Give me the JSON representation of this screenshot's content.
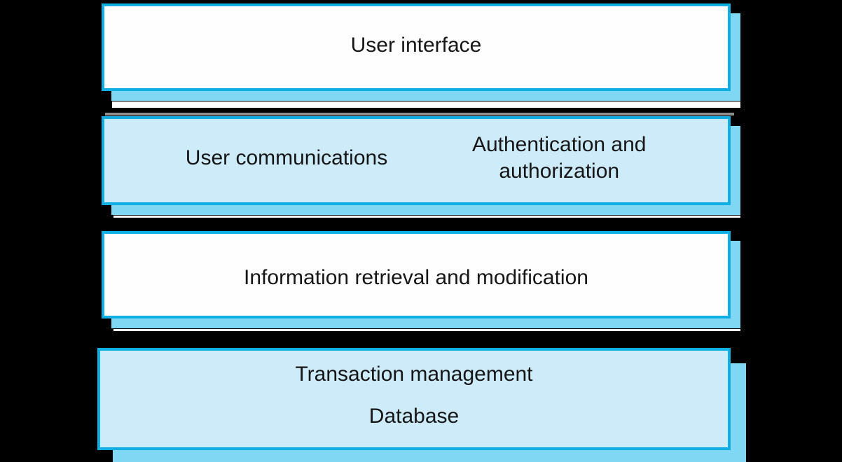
{
  "diagram": {
    "type": "layered-architecture",
    "background": "#000000",
    "colors": {
      "box_border": "#10afe3",
      "box_shadow": "#7fd7f3",
      "fill_light_blue": "#cdebf9",
      "fill_white": "#fefefe",
      "remnant_gray_line": "#8e8e8e",
      "text": "#161616"
    }
  },
  "layers": [
    {
      "name": "user-interface",
      "fill": "white",
      "label": "User interface"
    },
    {
      "name": "user-communications-authentication",
      "fill": "light-blue",
      "labels": [
        "User communications",
        "Authentication and authorization"
      ]
    },
    {
      "name": "information-retrieval",
      "fill": "white",
      "label": "Information retrieval and modification"
    },
    {
      "name": "transaction-database",
      "fill": "light-blue",
      "labels": [
        "Transaction management",
        "Database"
      ]
    }
  ]
}
